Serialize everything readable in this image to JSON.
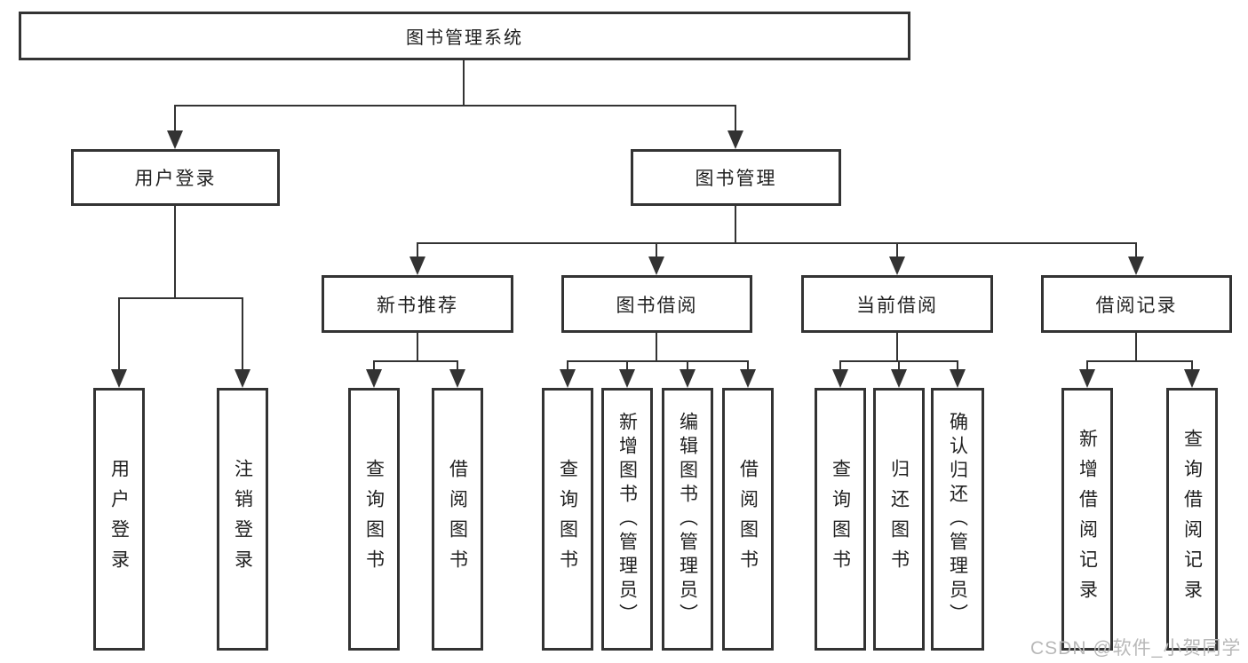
{
  "colors": {
    "line": "#333333",
    "text": "#212121",
    "watermark": "#b8b8b8",
    "background": "#ffffff"
  },
  "watermark": {
    "text": "CSDN @软件_小贺同学"
  },
  "tree": {
    "label": "图书管理系统",
    "children": [
      {
        "label": "用户登录",
        "children": [
          {
            "label": "用户登录"
          },
          {
            "label": "注销登录"
          }
        ]
      },
      {
        "label": "图书管理",
        "children": [
          {
            "label": "新书推荐",
            "children": [
              {
                "label": "查询图书"
              },
              {
                "label": "借阅图书"
              }
            ]
          },
          {
            "label": "图书借阅",
            "children": [
              {
                "label": "查询图书"
              },
              {
                "label": "新增图书（管理员）"
              },
              {
                "label": "编辑图书（管理员）"
              },
              {
                "label": "借阅图书"
              }
            ]
          },
          {
            "label": "当前借阅",
            "children": [
              {
                "label": "查询图书"
              },
              {
                "label": "归还图书"
              },
              {
                "label": "确认归还（管理员）"
              }
            ]
          },
          {
            "label": "借阅记录",
            "children": [
              {
                "label": "新增借阅记录"
              },
              {
                "label": "查询借阅记录"
              }
            ]
          }
        ]
      }
    ]
  }
}
